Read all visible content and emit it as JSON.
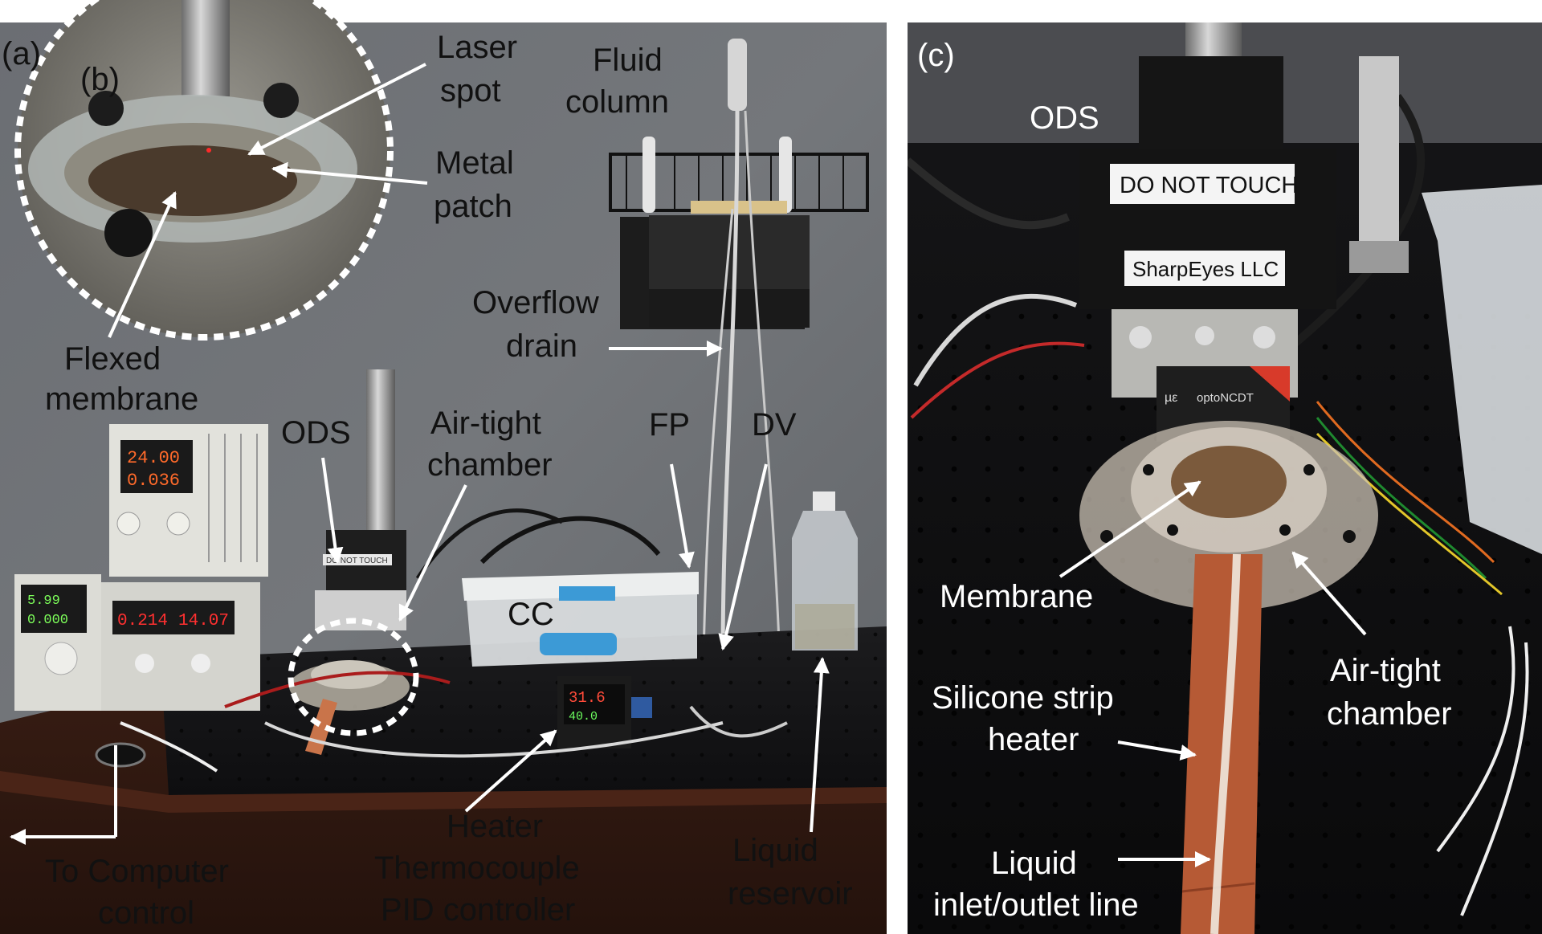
{
  "figure": {
    "panel_a": {
      "tag": "(a)",
      "labels": {
        "laser_spot": [
          "Laser",
          "spot"
        ],
        "metal_patch": [
          "Metal",
          "patch"
        ],
        "flexed_membrane": [
          "Flexed",
          "membrane"
        ],
        "fluid_column": [
          "Fluid",
          "column"
        ],
        "overflow_drain": [
          "Overflow",
          "drain"
        ],
        "ods": "ODS",
        "air_tight_chamber": [
          "Air-tight",
          "chamber"
        ],
        "fp": "FP",
        "dv": "DV",
        "cc": "CC",
        "to_computer": [
          "To Computer",
          "control"
        ],
        "heater": [
          "Heater",
          "Thermocouple",
          "PID controller"
        ],
        "liquid_reservoir": [
          "Liquid",
          "reservoir"
        ]
      },
      "instrument_text": {
        "psu1_v": "24.00",
        "psu1_a": "0.036",
        "psu2_v": "5.99",
        "psu2_a": "0.000",
        "meter_left": "0.214",
        "meter_right": "14.07",
        "pid_top": "31.6",
        "pid_bottom": "40.0",
        "ods_sticker": "DO NOT TOUCH"
      }
    },
    "panel_b": {
      "tag": "(b)"
    },
    "panel_c": {
      "tag": "(c)",
      "labels": {
        "ods": "ODS",
        "membrane": "Membrane",
        "air_tight_chamber": [
          "Air-tight",
          "chamber"
        ],
        "silicone_heater": [
          "Silicone strip",
          "heater"
        ],
        "liquid_line": [
          "Liquid",
          "inlet/outlet line"
        ]
      },
      "stickers": {
        "do_not_touch": "DO NOT TOUCH",
        "sharpeyes": "SharpEyes LLC",
        "sensor_logo": "µε",
        "sensor_brand": "optoNCDT"
      }
    }
  }
}
